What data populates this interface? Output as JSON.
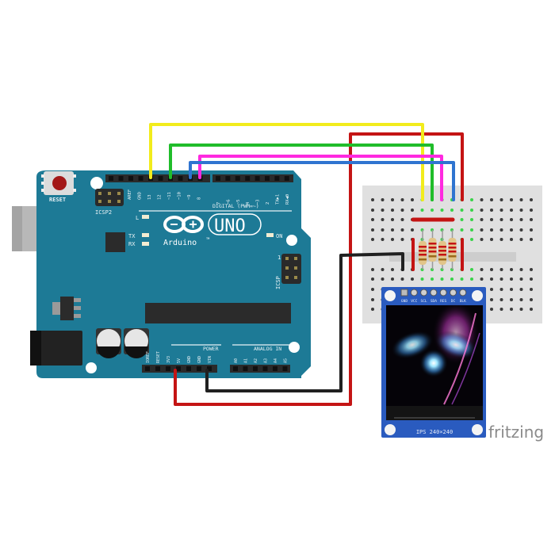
{
  "board": {
    "name": "Arduino UNO",
    "logo_text": "UNO",
    "brand": "Arduino",
    "trademark": "TM",
    "color": "#1d7a96",
    "reset_label": "RESET",
    "icsp2_label": "ICSP2",
    "icsp_label": "ICSP",
    "icsp_pin1": "1",
    "led_labels": {
      "l": "L",
      "tx": "TX",
      "rx": "RX",
      "on": "ON"
    },
    "digital_header_label": "DIGITAL (PWM=~)",
    "power_header_label": "POWER",
    "analog_header_label": "ANALOG IN",
    "digital_pins_left": [
      "AREF",
      "GND",
      "13",
      "12",
      "~11",
      "~10",
      "~9",
      "8"
    ],
    "digital_pins_right": [
      "7",
      "~6",
      "~5",
      "4",
      "~3",
      "2",
      "TX▶1",
      "RX◀0"
    ],
    "power_pins": [
      "IOREF",
      "RESET",
      "3V3",
      "5V",
      "GND",
      "GND",
      "VIN"
    ],
    "analog_pins": [
      "A0",
      "A1",
      "A2",
      "A3",
      "A4",
      "A5"
    ]
  },
  "display": {
    "label": "IPS 240×240",
    "pins": [
      "GND",
      "VCC",
      "SCL",
      "SDA",
      "RES",
      "DC",
      "BLK"
    ],
    "pcb_color": "#2a5bbf"
  },
  "breadboard": {
    "color": "#e0e0e0",
    "resistor_count": 4
  },
  "wires": [
    {
      "color": "#f2ec1c",
      "from": "D13",
      "to": "SCL",
      "label": "yellow"
    },
    {
      "color": "#20bd2a",
      "from": "D11",
      "to": "SDA",
      "label": "green"
    },
    {
      "color": "#ff29e0",
      "from": "D8",
      "to": "RES",
      "label": "magenta"
    },
    {
      "color": "#2f74d0",
      "from": "D9",
      "to": "DC",
      "label": "blue"
    },
    {
      "color": "#c41414",
      "from": "3V3",
      "to": "VCC/BLK",
      "label": "red"
    },
    {
      "color": "#202020",
      "from": "GND",
      "to": "GND",
      "label": "black"
    }
  ],
  "watermark": "fritzing"
}
